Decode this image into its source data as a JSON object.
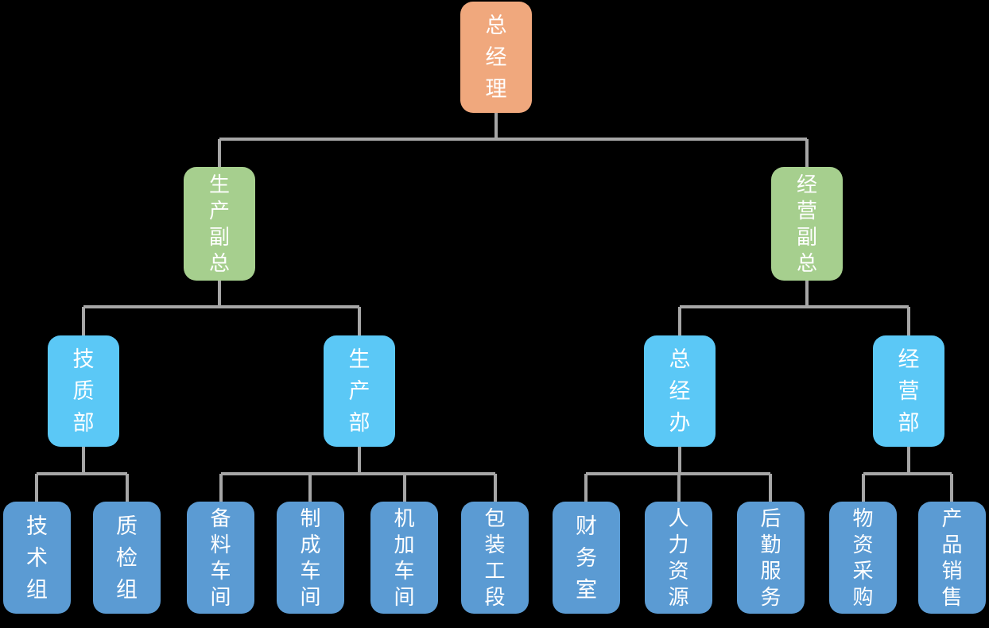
{
  "diagram": {
    "type": "org-chart",
    "background_color": "#000000",
    "connector_color": "#A6A6A6",
    "text_color": "#FFFFFF",
    "levels": {
      "level1_color": "#F0A87D",
      "level2_color": "#A6CF8E",
      "level3_color": "#5BC8F6",
      "level4_color": "#5B9BD3"
    },
    "root": {
      "label": "总经理",
      "children": [
        {
          "label": "生产副总",
          "children": [
            {
              "label": "技质部",
              "children": [
                {
                  "label": "技术组"
                },
                {
                  "label": "质检组"
                }
              ]
            },
            {
              "label": "生产部",
              "children": [
                {
                  "label": "备料车间"
                },
                {
                  "label": "制成车间"
                },
                {
                  "label": "机加车间"
                },
                {
                  "label": "包装工段"
                }
              ]
            }
          ]
        },
        {
          "label": "经营副总",
          "children": [
            {
              "label": "总经办",
              "children": [
                {
                  "label": "财务室"
                },
                {
                  "label": "人力资源"
                },
                {
                  "label": "后勤服务"
                }
              ]
            },
            {
              "label": "经营部",
              "children": [
                {
                  "label": "物资采购"
                },
                {
                  "label": "产品销售"
                }
              ]
            }
          ]
        }
      ]
    }
  }
}
